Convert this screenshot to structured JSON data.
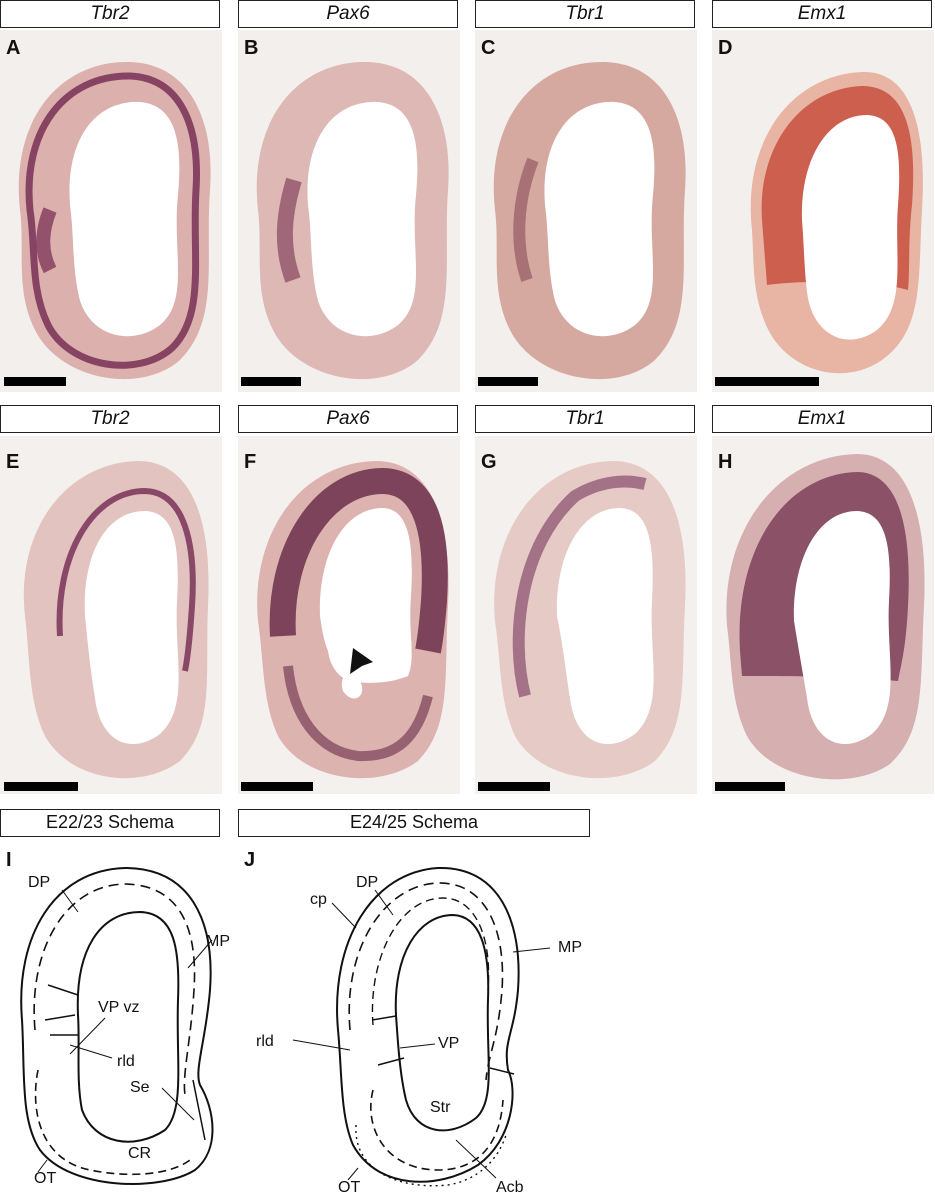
{
  "rows": [
    {
      "panels": [
        {
          "letter": "A",
          "gene": "Tbr2",
          "stain": "#6b1f4a"
        },
        {
          "letter": "B",
          "gene": "Pax6",
          "stain": "#6d2548"
        },
        {
          "letter": "C",
          "gene": "Tbr1",
          "stain": "#7a3a4a"
        },
        {
          "letter": "D",
          "gene": "Emx1",
          "stain": "#b8392a"
        }
      ]
    },
    {
      "panels": [
        {
          "letter": "E",
          "gene": "Tbr2",
          "stain": "#6b1f4a"
        },
        {
          "letter": "F",
          "gene": "Pax6",
          "stain": "#5b1d3e"
        },
        {
          "letter": "G",
          "gene": "Tbr1",
          "stain": "#6d2a52"
        },
        {
          "letter": "H",
          "gene": "Emx1",
          "stain": "#6a2a48"
        }
      ]
    }
  ],
  "schemas": [
    {
      "letter": "I",
      "title": "E22/23 Schema",
      "labels": {
        "dp": "DP",
        "mp": "MP",
        "vpvz": "VP vz",
        "rld": "rld",
        "se": "Se",
        "cr": "CR",
        "ot": "OT"
      }
    },
    {
      "letter": "J",
      "title": "E24/25 Schema",
      "labels": {
        "dp": "DP",
        "cp": "cp",
        "mp": "MP",
        "vp": "VP",
        "rld": "rld",
        "str": "Str",
        "ot": "OT",
        "acb": "Acb"
      }
    }
  ],
  "colors": {
    "tissue": "#e8c8c4",
    "background": "#f4f1ee",
    "scalebar": "#000000"
  }
}
